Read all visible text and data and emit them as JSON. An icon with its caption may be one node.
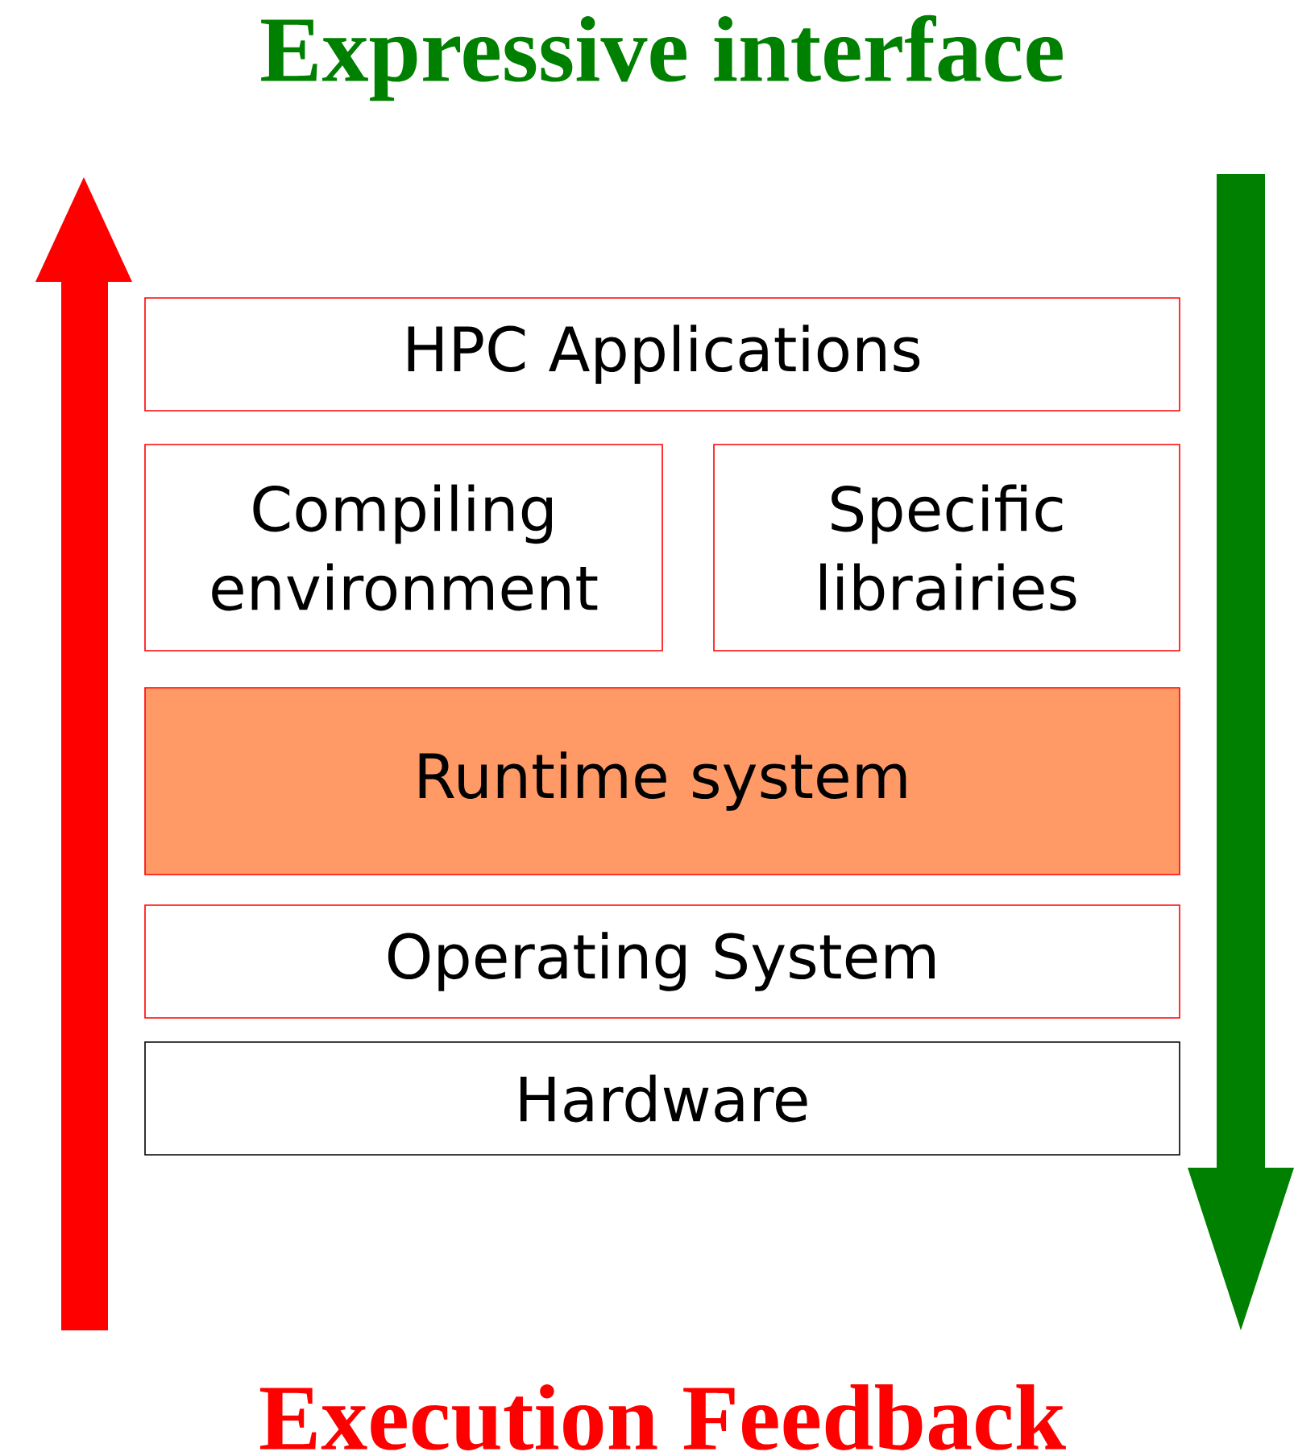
{
  "diagram": {
    "nodes": [
      {
        "text": [
          "HPC Applications"
        ]
      },
      {
        "text": [
          "Compiling environment"
        ]
      },
      {
        "text": [
          "Specific librairies"
        ]
      },
      {
        "text": [
          "Runtime system"
        ]
      },
      {
        "text": [
          "Operating System"
        ]
      },
      {
        "text": [
          "Hardware"
        ]
      }
    ],
    "labels": [
      "Expressive interface",
      "Execution Feedback"
    ]
  }
}
